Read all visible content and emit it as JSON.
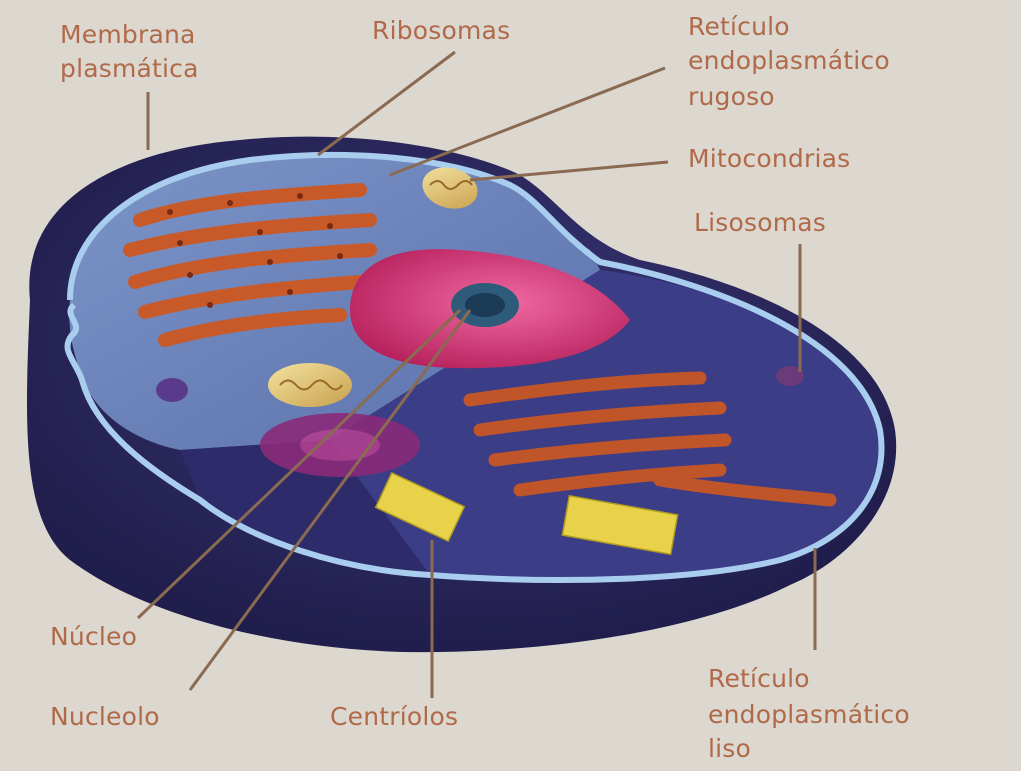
{
  "labels": {
    "membrana_l1": "Membrana",
    "membrana_l2": "plasmática",
    "ribosomas": "Ribosomas",
    "rer_l1": "Retículo",
    "rer_l2": "endoplasmático",
    "rer_l3": "rugoso",
    "mitocondrias": "Mitocondrias",
    "lisosomas": "Lisosomas",
    "nucleo": "Núcleo",
    "nucleolo": "Nucleolo",
    "centriolos": "Centríolos",
    "rel_l1": "Retículo",
    "rel_l2": "endoplasmático",
    "rel_l3": "liso"
  },
  "colors": {
    "background": "#dcd7cf",
    "label_text": "#b06a4a",
    "leader_line": "#8a6a50",
    "cytoplasm_dark": "#2a2660",
    "cytoplasm_light": "#6b84b8",
    "membrane": "#9ec3e6",
    "nucleus": "#d9387a",
    "reticulum": "#c85a2a",
    "centriole": "#e8d24a"
  }
}
